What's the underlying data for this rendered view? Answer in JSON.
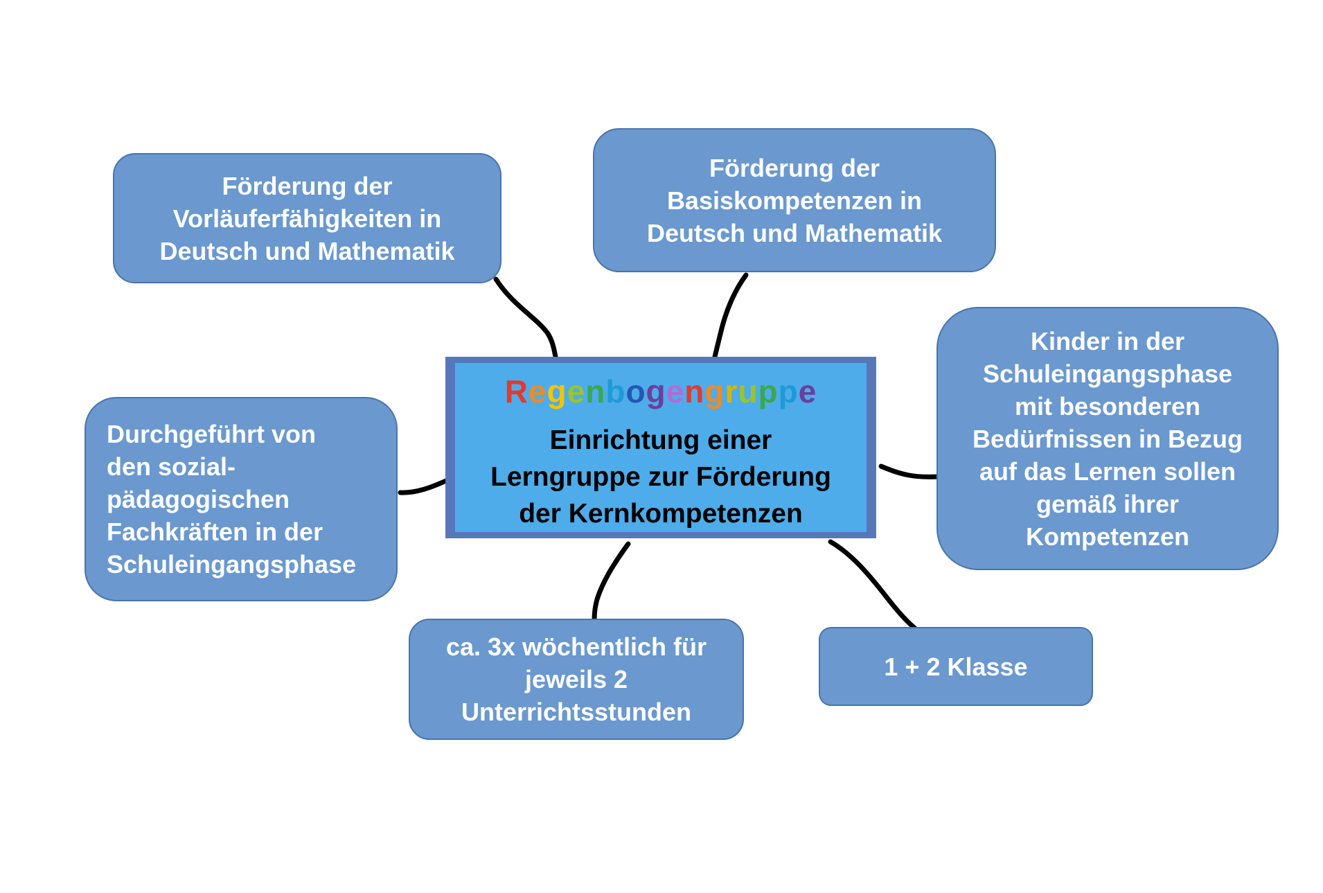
{
  "center": {
    "title_letters": [
      {
        "ch": "R",
        "color": "#e23a2e"
      },
      {
        "ch": "e",
        "color": "#f08a24"
      },
      {
        "ch": "g",
        "color": "#f5c400"
      },
      {
        "ch": "e",
        "color": "#9cc428"
      },
      {
        "ch": "n",
        "color": "#3aa94a"
      },
      {
        "ch": "b",
        "color": "#1e9bd7"
      },
      {
        "ch": "o",
        "color": "#2457b3"
      },
      {
        "ch": "g",
        "color": "#6a3f9e"
      },
      {
        "ch": "e",
        "color": "#b46ad6"
      },
      {
        "ch": "n",
        "color": "#e23a2e"
      },
      {
        "ch": "g",
        "color": "#f08a24"
      },
      {
        "ch": "r",
        "color": "#d8b400"
      },
      {
        "ch": "u",
        "color": "#9cc428"
      },
      {
        "ch": "p",
        "color": "#3aa94a"
      },
      {
        "ch": "p",
        "color": "#1e9bd7"
      },
      {
        "ch": "e",
        "color": "#6a3f9e"
      }
    ],
    "subtitle_lines": [
      "Einrichtung einer",
      "Lerngruppe zur Förderung",
      "der Kernkompetenzen"
    ]
  },
  "nodes": {
    "vorlaeufer": [
      "Förderung der",
      "Vorläuferfähigkeiten in",
      "Deutsch und Mathematik"
    ],
    "basis": [
      "Förderung der",
      "Basiskompetenzen in",
      "Deutsch und Mathematik"
    ],
    "kinder": [
      "Kinder in der",
      "Schuleingangsphase",
      "mit besonderen",
      "Bedürfnissen in Bezug",
      "auf das Lernen sollen",
      "gemäß ihrer",
      "Kompetenzen"
    ],
    "durchgefuehrt": [
      "Durchgeführt von",
      "den sozial-",
      "pädagogischen",
      "Fachkräften in der",
      "Schuleingangsphase"
    ],
    "woechentlich": [
      "ca. 3x wöchentlich für",
      "jeweils 2",
      "Unterrichtsstunden"
    ],
    "klasse": [
      "1 + 2 Klasse"
    ]
  },
  "colors": {
    "node_fill": "#6a98cf",
    "center_border": "#5877b8",
    "center_fill": "#4eacea",
    "connector": "#000000"
  }
}
